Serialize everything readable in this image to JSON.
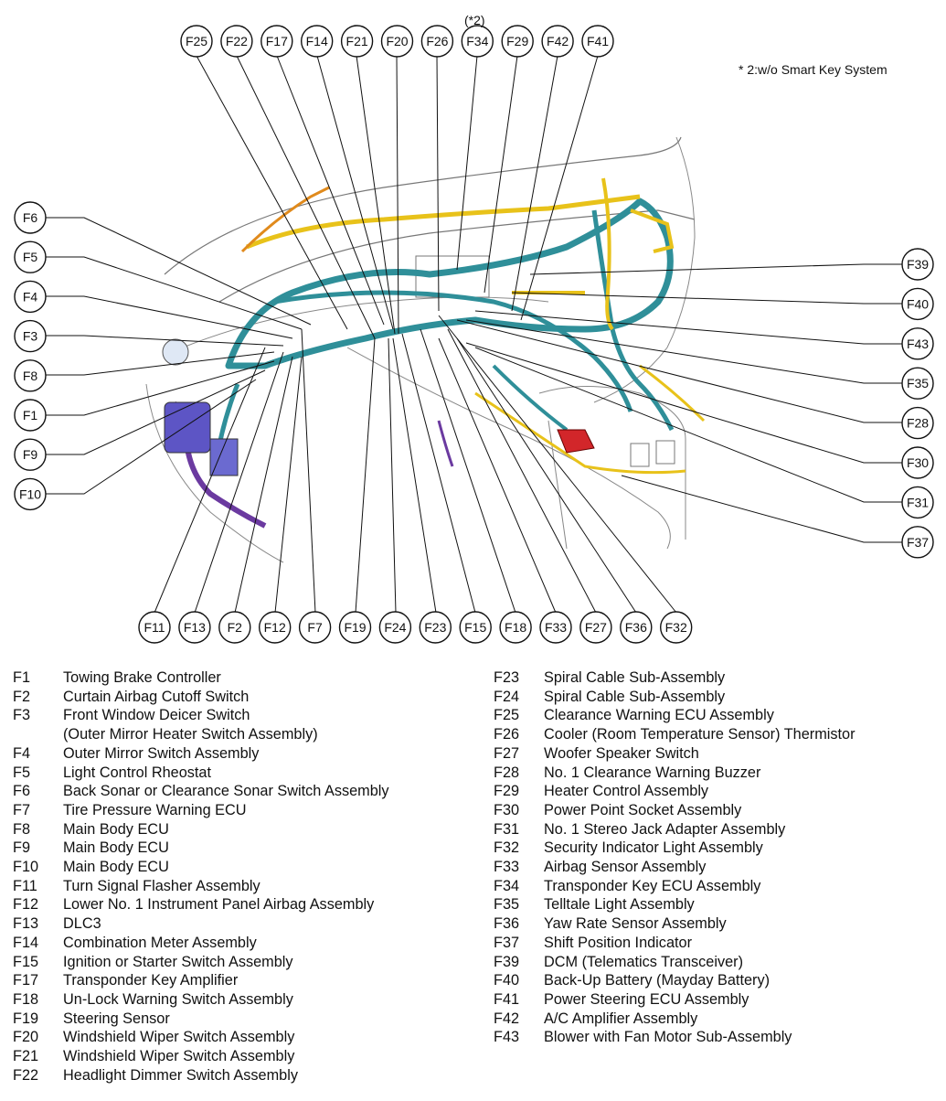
{
  "footnote": "* 2:w/o Smart Key System",
  "star_label": "(*2)",
  "callouts": {
    "top": [
      "F25",
      "F22",
      "F17",
      "F14",
      "F21",
      "F20",
      "F26",
      "F34",
      "F29",
      "F42",
      "F41"
    ],
    "left": [
      "F6",
      "F5",
      "F4",
      "F3",
      "F8",
      "F1",
      "F9",
      "F10"
    ],
    "right": [
      "F39",
      "F40",
      "F43",
      "F35",
      "F28",
      "F30",
      "F31",
      "F37"
    ],
    "bottom": [
      "F11",
      "F13",
      "F2",
      "F12",
      "F7",
      "F19",
      "F24",
      "F23",
      "F15",
      "F18",
      "F33",
      "F27",
      "F36",
      "F32"
    ]
  },
  "legend_left": [
    {
      "code": "F1",
      "name": "Towing Brake Controller"
    },
    {
      "code": "F2",
      "name": "Curtain Airbag Cutoff Switch"
    },
    {
      "code": "F3",
      "name": "Front Window Deicer Switch"
    },
    {
      "code": "",
      "name": "(Outer Mirror Heater Switch Assembly)"
    },
    {
      "code": "F4",
      "name": "Outer Mirror Switch Assembly"
    },
    {
      "code": "F5",
      "name": "Light Control Rheostat"
    },
    {
      "code": "F6",
      "name": "Back Sonar or Clearance Sonar Switch Assembly"
    },
    {
      "code": "F7",
      "name": "Tire Pressure Warning ECU"
    },
    {
      "code": "F8",
      "name": "Main Body ECU"
    },
    {
      "code": "F9",
      "name": "Main Body ECU"
    },
    {
      "code": "F10",
      "name": "Main Body ECU"
    },
    {
      "code": "F11",
      "name": "Turn Signal Flasher Assembly"
    },
    {
      "code": "F12",
      "name": "Lower No. 1 Instrument Panel Airbag Assembly"
    },
    {
      "code": "F13",
      "name": "DLC3"
    },
    {
      "code": "F14",
      "name": "Combination Meter Assembly"
    },
    {
      "code": "F15",
      "name": "Ignition or Starter Switch Assembly"
    },
    {
      "code": "F17",
      "name": "Transponder Key Amplifier"
    },
    {
      "code": "F18",
      "name": "Un-Lock Warning Switch Assembly"
    },
    {
      "code": "F19",
      "name": "Steering Sensor"
    },
    {
      "code": "F20",
      "name": "Windshield Wiper Switch Assembly"
    },
    {
      "code": "F21",
      "name": "Windshield Wiper Switch Assembly"
    },
    {
      "code": "F22",
      "name": "Headlight Dimmer Switch Assembly"
    }
  ],
  "legend_right": [
    {
      "code": "F23",
      "name": "Spiral Cable Sub-Assembly"
    },
    {
      "code": "F24",
      "name": "Spiral Cable Sub-Assembly"
    },
    {
      "code": "F25",
      "name": "Clearance Warning ECU Assembly"
    },
    {
      "code": "F26",
      "name": "Cooler (Room Temperature Sensor) Thermistor"
    },
    {
      "code": "F27",
      "name": "Woofer Speaker Switch"
    },
    {
      "code": "F28",
      "name": "No. 1 Clearance Warning Buzzer"
    },
    {
      "code": "F29",
      "name": "Heater Control Assembly"
    },
    {
      "code": "F30",
      "name": "Power Point Socket Assembly"
    },
    {
      "code": "F31",
      "name": "No. 1 Stereo Jack Adapter Assembly"
    },
    {
      "code": "F32",
      "name": "Security Indicator Light Assembly"
    },
    {
      "code": "F33",
      "name": "Airbag Sensor Assembly"
    },
    {
      "code": "F34",
      "name": "Transponder Key ECU Assembly"
    },
    {
      "code": "F35",
      "name": "Telltale Light Assembly"
    },
    {
      "code": "F36",
      "name": "Yaw Rate Sensor Assembly"
    },
    {
      "code": "F37",
      "name": "Shift Position Indicator"
    },
    {
      "code": "F39",
      "name": "DCM (Telematics Transceiver)"
    },
    {
      "code": "F40",
      "name": "Back-Up Battery (Mayday Battery)"
    },
    {
      "code": "F41",
      "name": "Power Steering ECU Assembly"
    },
    {
      "code": "F42",
      "name": "A/C Amplifier Assembly"
    },
    {
      "code": "F43",
      "name": "Blower with Fan Motor Sub-Assembly"
    }
  ],
  "colors": {
    "harness_teal": "#2f8f99",
    "harness_yellow": "#e8c21a",
    "harness_purple": "#6b3aa0",
    "connector_red": "#d2262a",
    "outline": "#5a5a5a"
  }
}
